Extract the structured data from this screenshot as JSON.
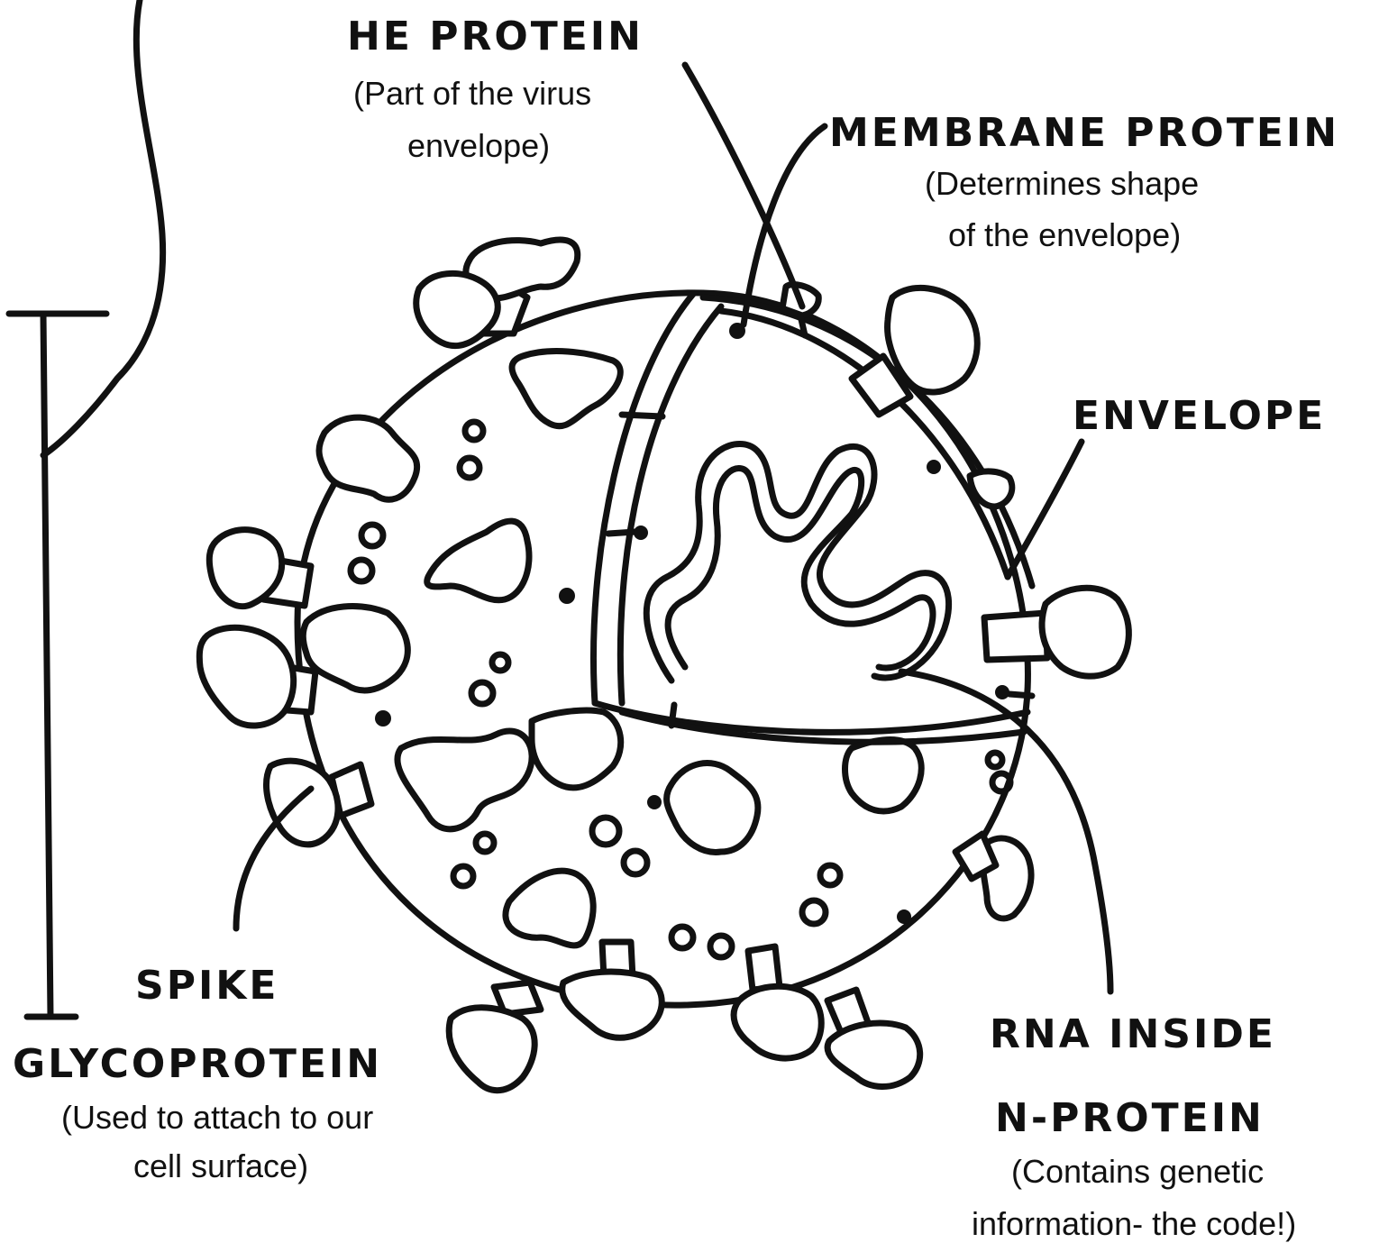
{
  "labels": {
    "he_protein": {
      "title": "HE PROTEIN",
      "desc": [
        "(Part of the virus",
        "envelope)"
      ]
    },
    "membrane_protein": {
      "title": "MEMBRANE PROTEIN",
      "desc": [
        "(Determines shape",
        "of the envelope)"
      ]
    },
    "envelope": {
      "title": "ENVELOPE"
    },
    "spike": {
      "title": [
        "SPIKE",
        "GLYCOPROTEIN"
      ],
      "desc": [
        "(Used to attach to our",
        "cell surface)"
      ]
    },
    "rna": {
      "title": [
        "RNA INSIDE",
        "N-PROTEIN"
      ],
      "desc": [
        "(Contains genetic",
        "information- the code!)"
      ]
    }
  }
}
